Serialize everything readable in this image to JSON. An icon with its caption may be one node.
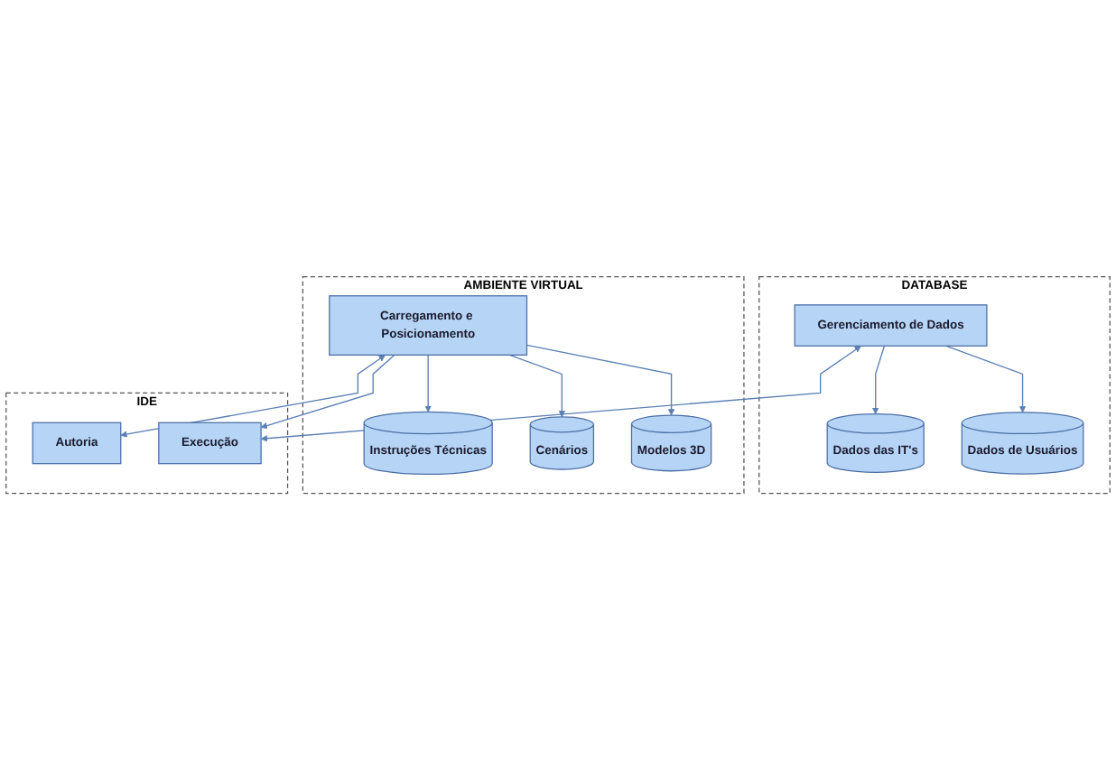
{
  "diagram": {
    "nodes": [
      {
        "text": [
          "DATABASE"
        ]
      },
      {
        "text": [
          "Dados de Usuários"
        ],
        "in": 0
      },
      {
        "text": [
          "Dados das IT's"
        ],
        "in": 0
      },
      {
        "text": [
          "Gerenciamento de Dados"
        ],
        "in": 0
      },
      {
        "text": [
          "AMBIENTE VIRTUAL"
        ]
      },
      {
        "text": [
          "Modelos 3D"
        ],
        "in": 4
      },
      {
        "text": [
          "Cenários"
        ],
        "in": 4
      },
      {
        "text": [
          "Instruções Técnicas"
        ],
        "in": 4
      },
      {
        "text": [
          "Carregamento e Posicionamento"
        ],
        "in": 4
      },
      {
        "text": [
          "IDE"
        ]
      },
      {
        "text": [
          "Execução"
        ],
        "in": 9
      },
      {
        "text": [
          "Autoria"
        ],
        "in": 9
      }
    ],
    "edges": [
      {
        "from": 3,
        "to": 1,
        "arrow": "to"
      },
      {
        "from": 3,
        "to": 2,
        "arrow": "to"
      },
      {
        "from": 8,
        "to": 5,
        "arrow": "to"
      },
      {
        "from": 8,
        "to": 6,
        "arrow": "to"
      },
      {
        "from": 8,
        "to": 7,
        "arrow": "to"
      },
      {
        "from": 3,
        "to": 10,
        "arrow": "both"
      },
      {
        "from": 8,
        "to": 10,
        "arrow": "to"
      },
      {
        "from": 8,
        "to": 11,
        "arrow": "both"
      }
    ]
  }
}
